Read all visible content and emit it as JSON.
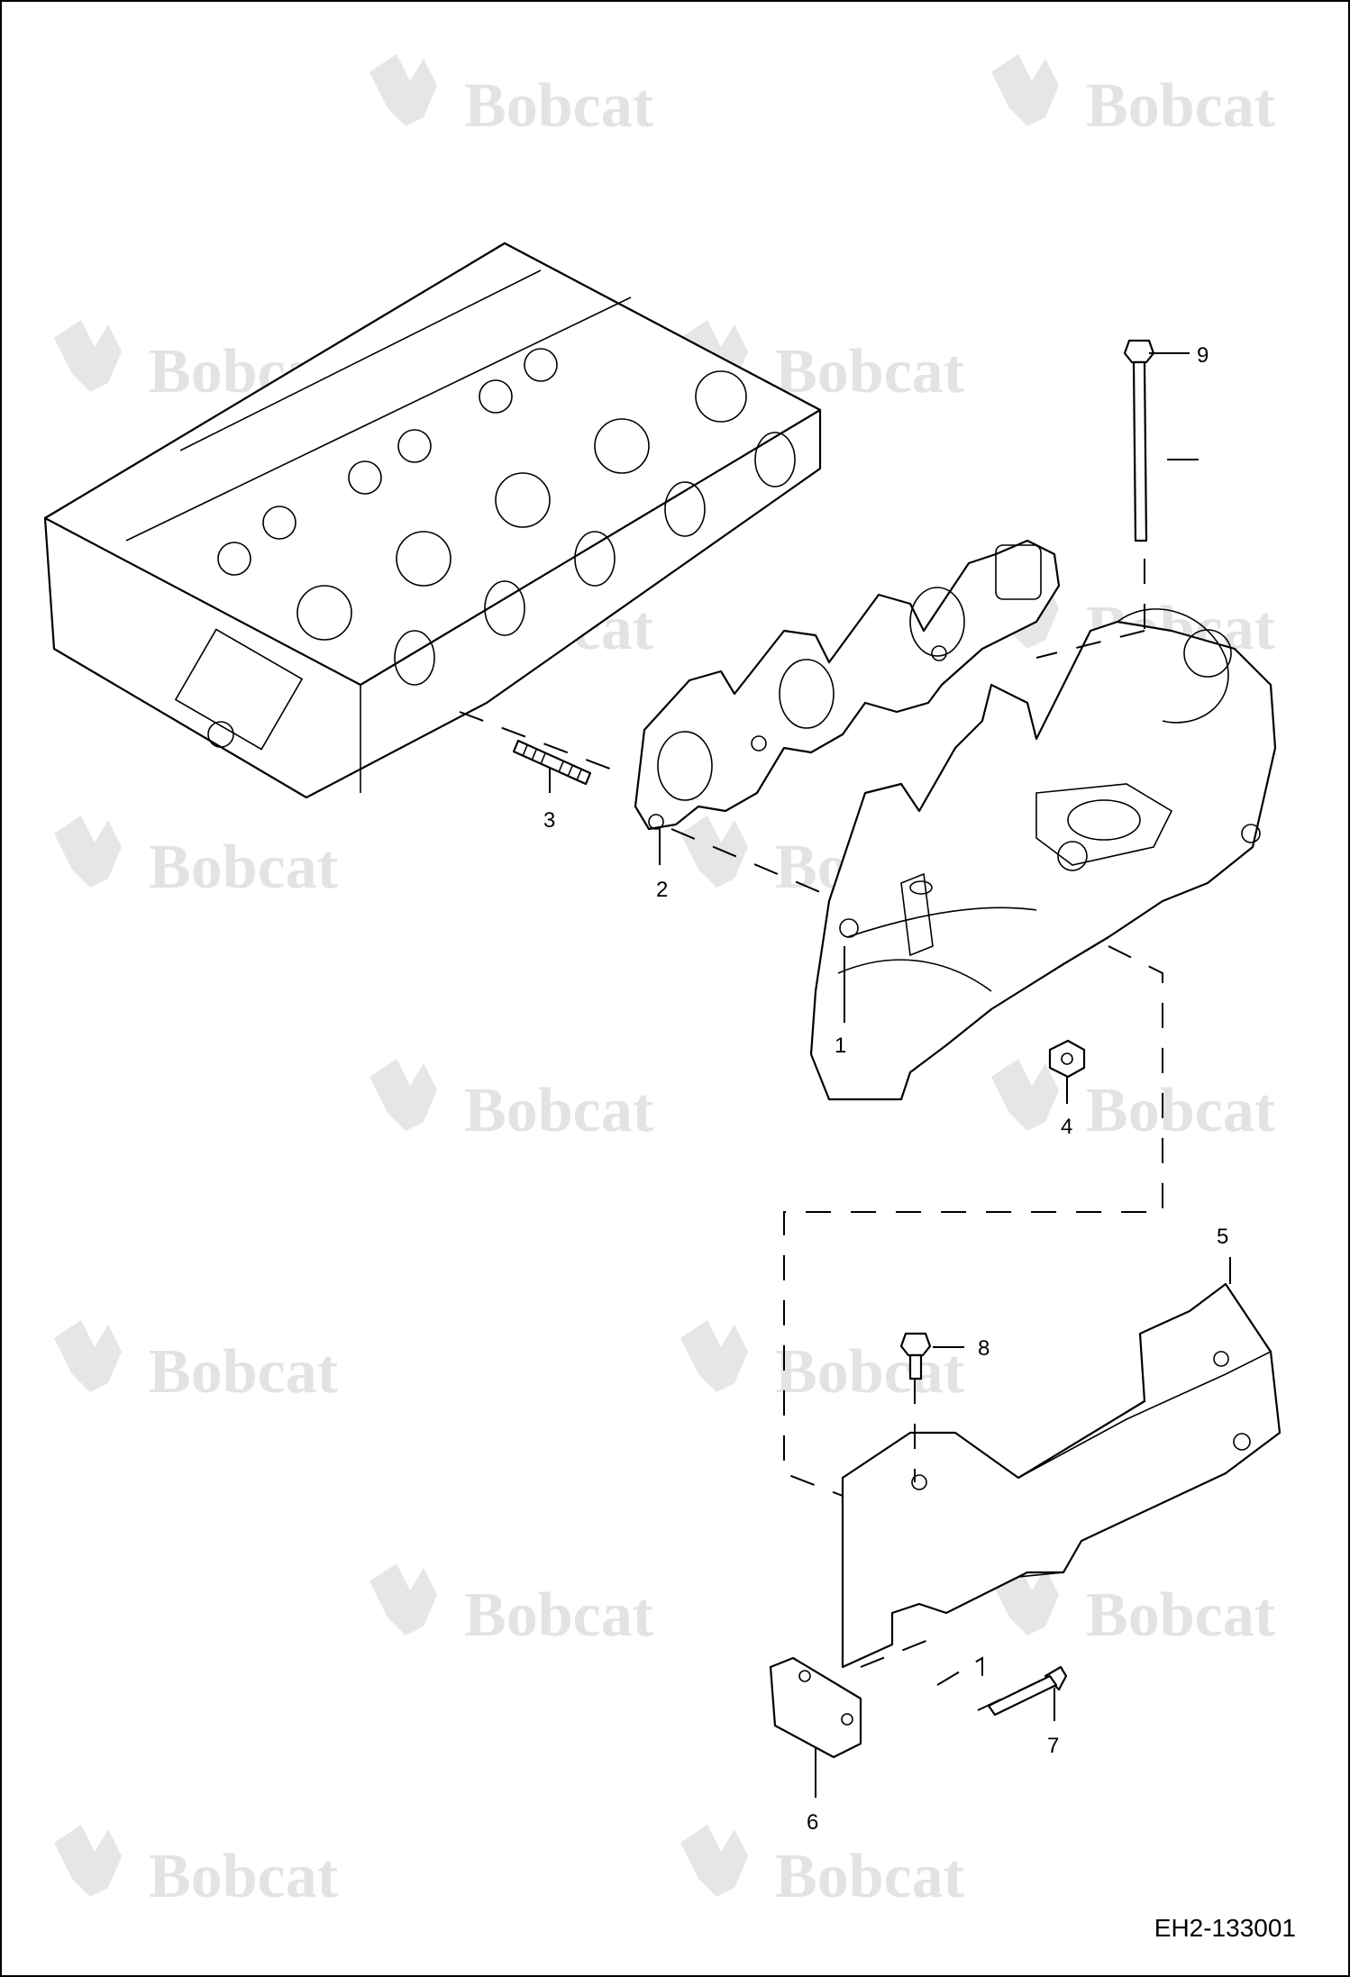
{
  "watermark": {
    "text": "Bobcat",
    "color": "#e3e3e3"
  },
  "figure_id": "EH2-133001",
  "callouts": [
    {
      "number": "1",
      "part": "exhaust-manifold"
    },
    {
      "number": "2",
      "part": "manifold-gasket"
    },
    {
      "number": "3",
      "part": "stud"
    },
    {
      "number": "4",
      "part": "nut"
    },
    {
      "number": "5",
      "part": "heat-shield"
    },
    {
      "number": "6",
      "part": "plate"
    },
    {
      "number": "7",
      "part": "rivet"
    },
    {
      "number": "8",
      "part": "bolt-small"
    },
    {
      "number": "9",
      "part": "bolt-long"
    }
  ]
}
